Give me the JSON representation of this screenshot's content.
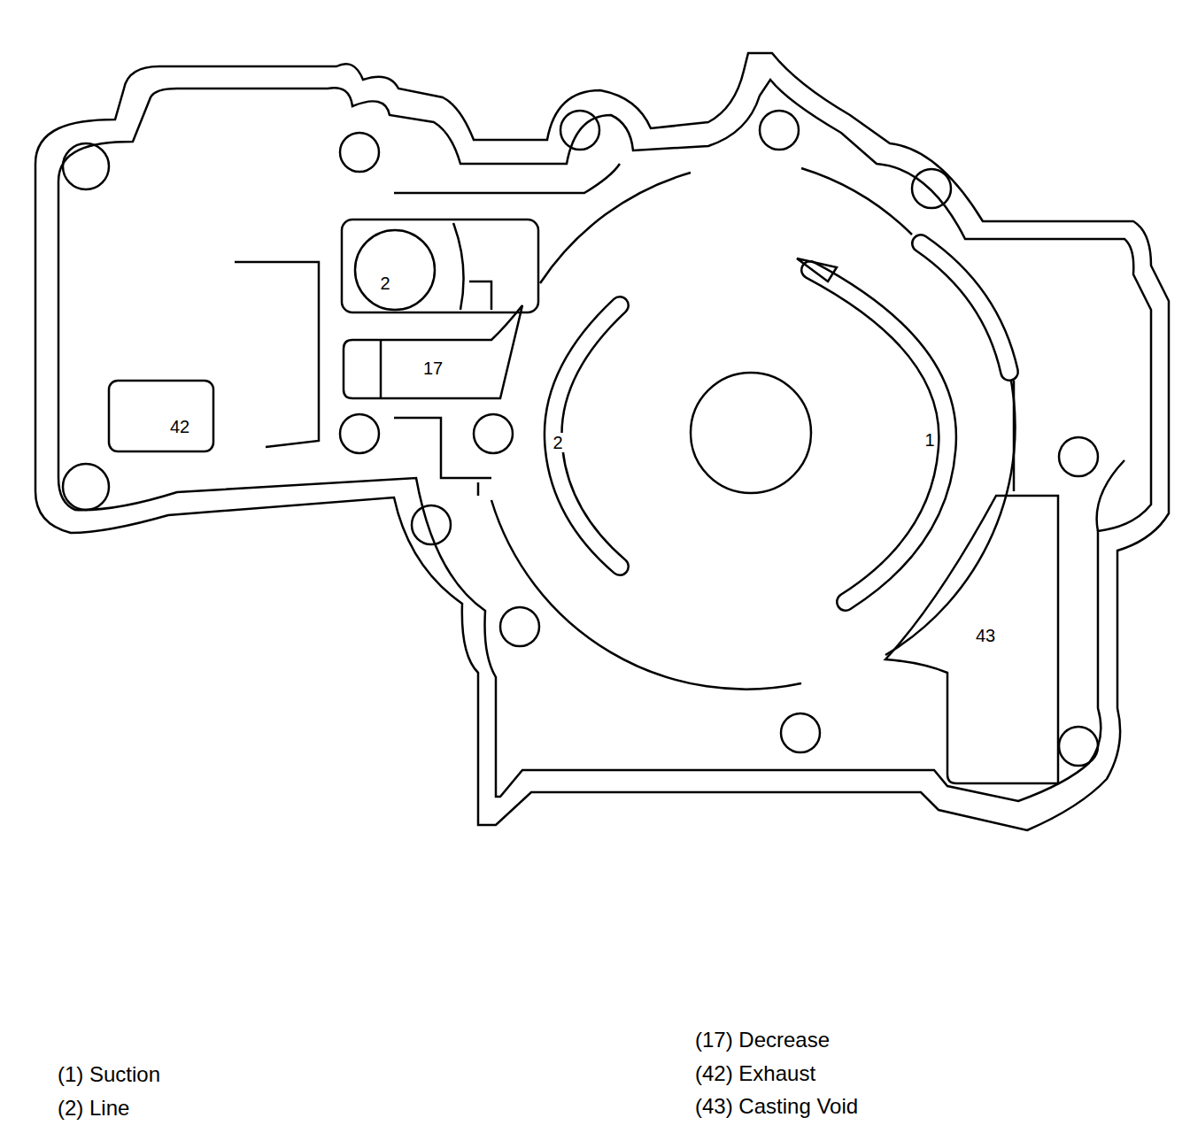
{
  "diagram": {
    "labels": [
      "2",
      "17",
      "42",
      "2",
      "1",
      "43"
    ],
    "legend": [
      {
        "text": "(1) Suction"
      },
      {
        "text": "(2) Line"
      },
      {
        "text": "(17) Decrease"
      },
      {
        "text": "(42) Exhaust"
      },
      {
        "text": "(43) Casting Void"
      }
    ]
  }
}
